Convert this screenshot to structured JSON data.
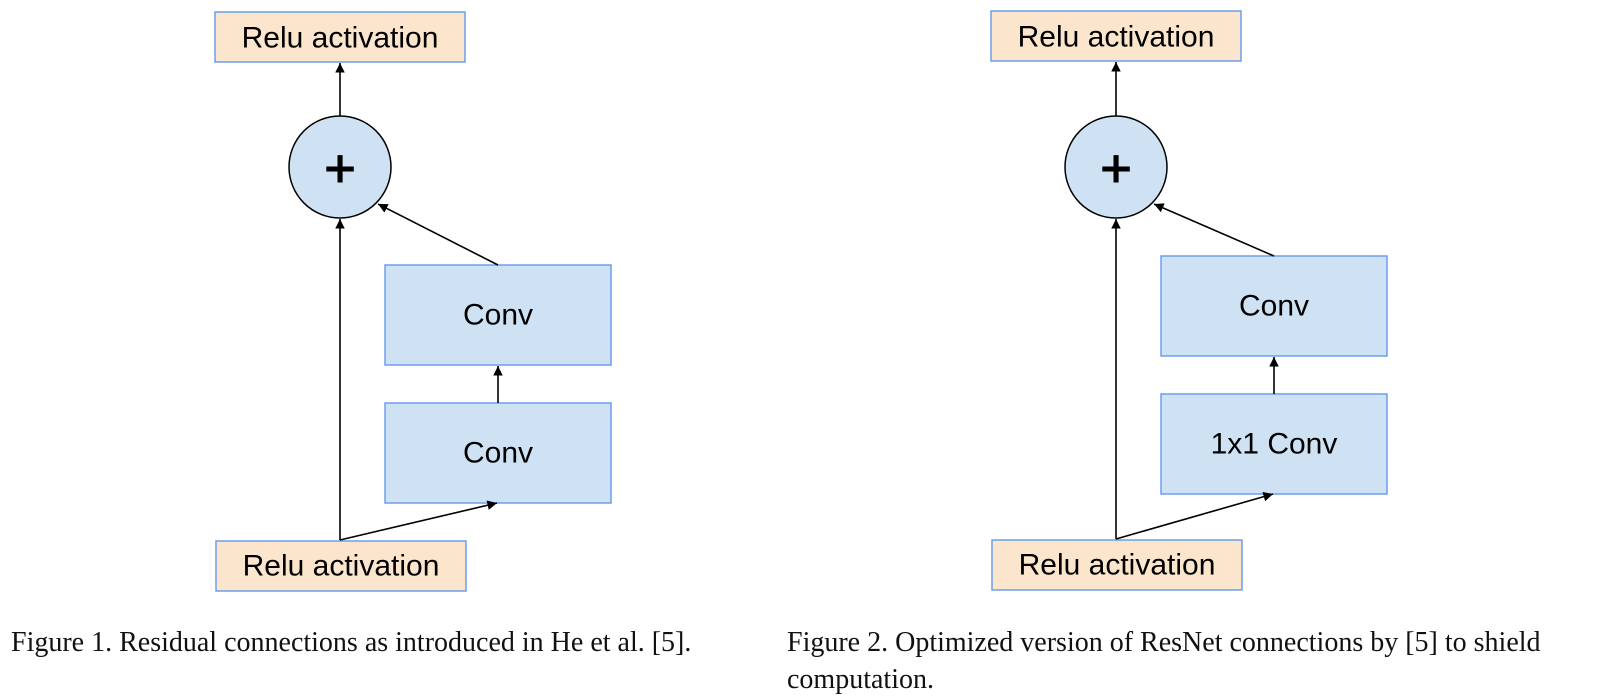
{
  "colors": {
    "activation_fill": "#fce5cd",
    "activation_stroke": "#6d9eeb",
    "conv_fill": "#cfe2f3",
    "conv_stroke": "#6d9eeb",
    "sum_fill": "#cfe2f3",
    "sum_stroke": "#000000",
    "arrow": "#000000"
  },
  "figure1": {
    "top_label": "Relu activation",
    "sum_symbol": "+",
    "upper_conv_label": "Conv",
    "lower_conv_label": "Conv",
    "bottom_label": "Relu activation",
    "caption": "Figure 1. Residual connections as introduced in He et al. [5]."
  },
  "figure2": {
    "top_label": "Relu activation",
    "sum_symbol": "+",
    "upper_conv_label": "Conv",
    "lower_conv_label": "1x1 Conv",
    "bottom_label": "Relu activation",
    "caption": "Figure 2. Optimized version of ResNet connections by [5] to shield computation."
  }
}
